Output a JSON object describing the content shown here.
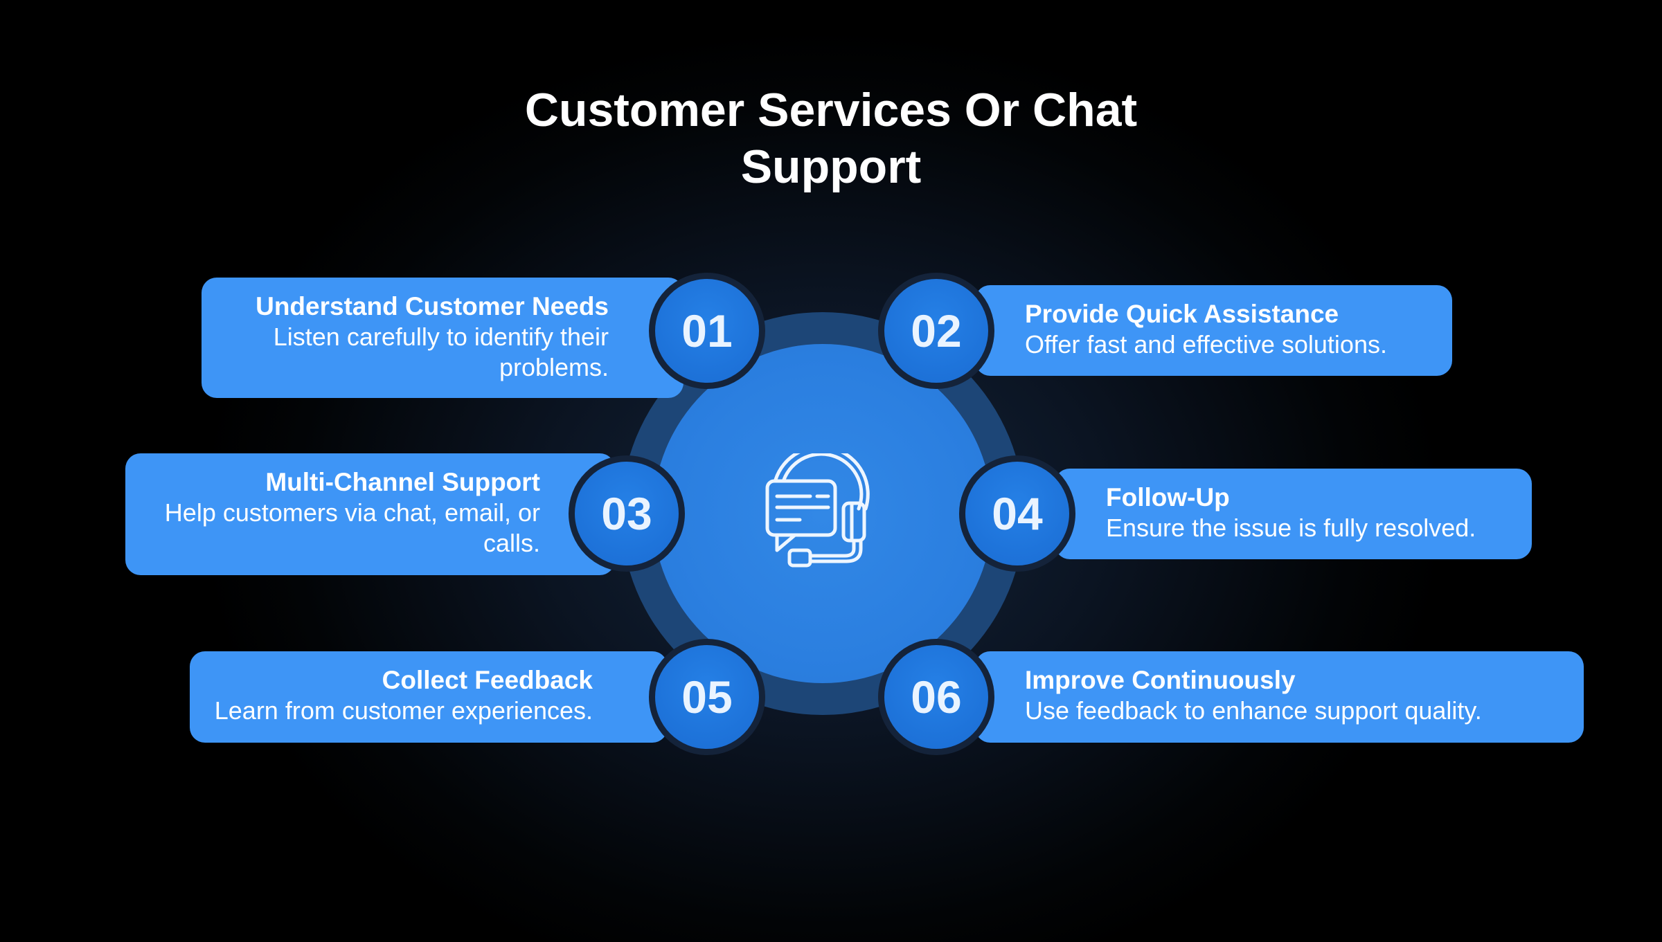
{
  "title": {
    "line1": "Customer Services Or Chat",
    "line2": "Support"
  },
  "center_icon": "headset-chat-icon",
  "colors": {
    "card": "#3e95f6",
    "circle": "#1a6cd3",
    "ring": "#1d4677",
    "core": "#2b7fe0"
  },
  "steps": [
    {
      "num": "01",
      "heading": "Understand Customer Needs",
      "text": "Listen carefully to identify their problems."
    },
    {
      "num": "02",
      "heading": "Provide Quick Assistance",
      "text": "Offer fast and effective solutions."
    },
    {
      "num": "03",
      "heading": "Multi-Channel Support",
      "text": "Help customers via chat, email, or calls."
    },
    {
      "num": "04",
      "heading": "Follow-Up",
      "text": "Ensure the issue is fully resolved."
    },
    {
      "num": "05",
      "heading": "Collect Feedback",
      "text": "Learn from customer experiences."
    },
    {
      "num": "06",
      "heading": "Improve Continuously",
      "text": "Use feedback to enhance support quality."
    }
  ]
}
